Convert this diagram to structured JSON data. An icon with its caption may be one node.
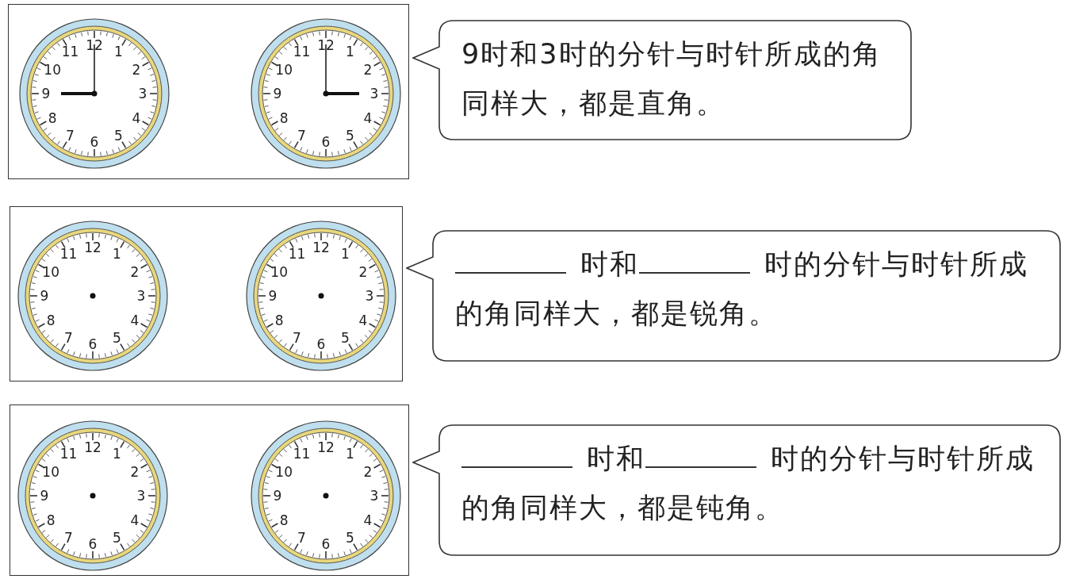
{
  "diagram": {
    "nodes": [
      {
        "text": [],
        "shape": "box"
      },
      {
        "text": [
          "12",
          "1",
          "2",
          "3",
          "4",
          "5",
          "6",
          "7",
          "8",
          "9",
          "10",
          "11"
        ],
        "in": 0
      },
      {
        "text": [
          "12",
          "1",
          "2",
          "3",
          "4",
          "5",
          "6",
          "7",
          "8",
          "9",
          "10",
          "11"
        ],
        "in": 0
      },
      {
        "text": [
          "9时和3时的分针与时针所成的角同样大，都是直角。"
        ]
      },
      {
        "text": [],
        "shape": "box"
      },
      {
        "text": [
          "12",
          "1",
          "2",
          "3",
          "4",
          "5",
          "6",
          "7",
          "8",
          "9",
          "10",
          "11"
        ],
        "in": 4
      },
      {
        "text": [
          "12",
          "1",
          "2",
          "3",
          "4",
          "5",
          "6",
          "7",
          "8",
          "9",
          "10",
          "11"
        ],
        "in": 4
      },
      {
        "text": [
          "时和",
          "时的分针与时针所成的角同样大，都是锐角。"
        ]
      },
      {
        "text": [],
        "shape": "box"
      },
      {
        "text": [
          "12",
          "1",
          "2",
          "3",
          "4",
          "5",
          "6",
          "7",
          "8",
          "9",
          "10",
          "11"
        ],
        "in": 8
      },
      {
        "text": [
          "12",
          "1",
          "2",
          "3",
          "4",
          "5",
          "6",
          "7",
          "8",
          "9",
          "10",
          "11"
        ],
        "in": 8
      },
      {
        "text": [
          "时和",
          "时的分针与时针所成的角同样大，都是钝角。"
        ]
      }
    ],
    "edges": []
  }
}
